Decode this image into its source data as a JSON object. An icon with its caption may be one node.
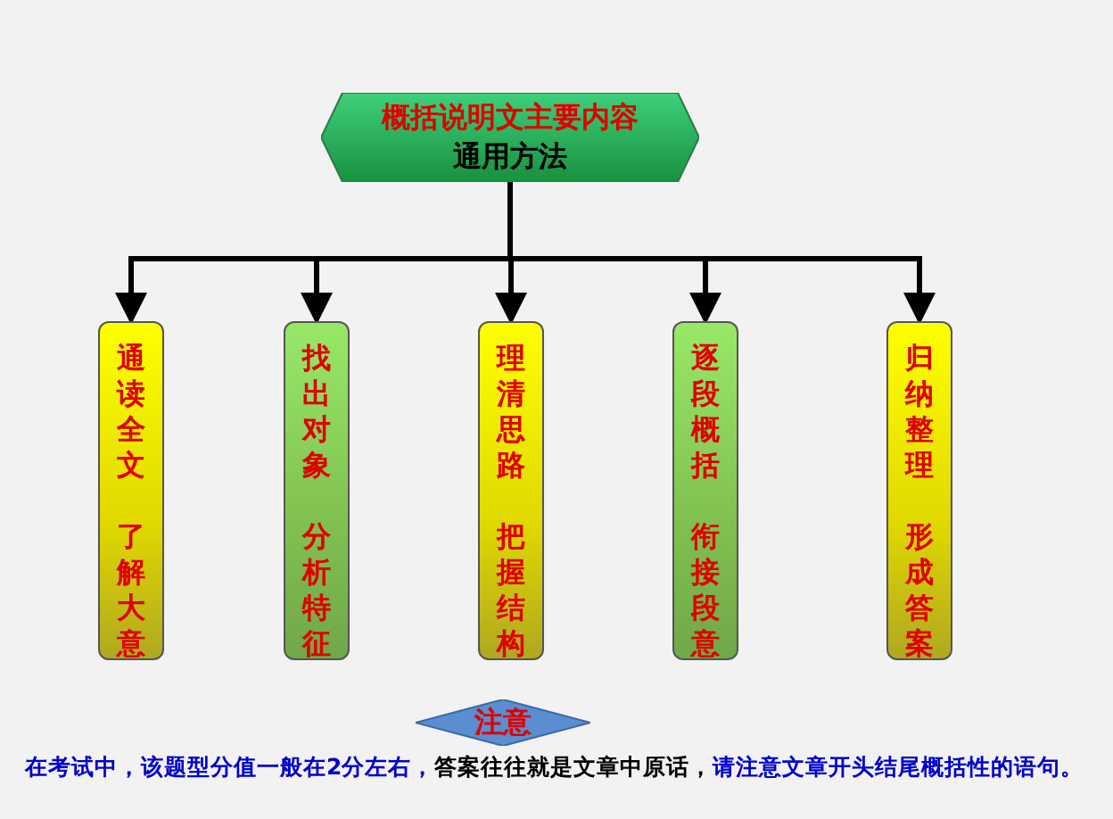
{
  "diagram": {
    "nodes": [
      {
        "text": [
          "概括说明文主要内容",
          "通用方法"
        ]
      },
      {
        "text": [
          "通读全文",
          "了解大意"
        ]
      },
      {
        "text": [
          "找出对象",
          "分析特征"
        ]
      },
      {
        "text": [
          "理清思路",
          "把握结构"
        ]
      },
      {
        "text": [
          "逐段概括",
          "衔接段意"
        ]
      },
      {
        "text": [
          "归纳整理",
          "形成答案"
        ]
      },
      {
        "text": [
          "注意"
        ]
      }
    ],
    "edges": [
      {
        "from": 0,
        "to": 1,
        "arrow": "to"
      },
      {
        "from": 0,
        "to": 2,
        "arrow": "to"
      },
      {
        "from": 0,
        "to": 3,
        "arrow": "to"
      },
      {
        "from": 0,
        "to": 4,
        "arrow": "to"
      },
      {
        "from": 0,
        "to": 5,
        "arrow": "to"
      }
    ],
    "labels": [
      "在考试中，该题型分值一般在2分左右，",
      "答案往往就是文章中原话，",
      "请注意文章开头结尾概括性的语句。"
    ]
  }
}
